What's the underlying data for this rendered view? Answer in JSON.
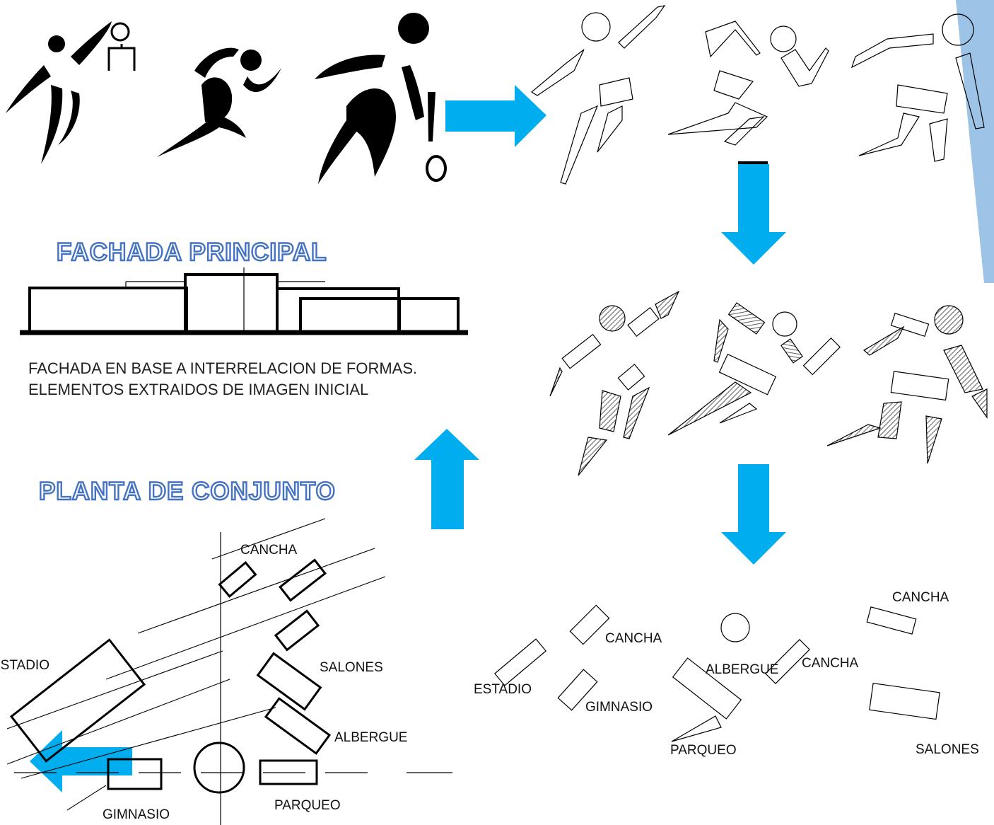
{
  "colors": {
    "arrow": "#00aeef",
    "heading_fill": "#ffffff",
    "heading_stroke": "#4472c4",
    "side_band": "#9dc3e6",
    "ink": "#000000"
  },
  "headings": {
    "fachada": "FACHADA PRINCIPAL",
    "planta": "PLANTA DE CONJUNTO"
  },
  "fachada_caption": {
    "line1": "FACHADA EN BASE A INTERRELACION DE FORMAS.",
    "line2": "ELEMENTOS EXTRAIDOS DE IMAGEN INICIAL"
  },
  "planta_labels": {
    "cancha": "CANCHA",
    "estadio": "ESTADIO",
    "salones": "SALONES",
    "albergue": "ALBERGUE",
    "gimnasio": "GIMNASIO",
    "parqueo": "PARQUEO"
  },
  "scattered_labels": {
    "cancha_1": "CANCHA",
    "cancha_2": "CANCHA",
    "cancha_3": "CANCHA",
    "estadio": "ESTADIO",
    "gimnasio": "GIMNASIO",
    "albergue": "ALBERGUE",
    "parqueo": "PARQUEO",
    "salones": "SALONES"
  },
  "icons": {
    "silhouettes": [
      "basketball-player-icon",
      "runner-icon",
      "soccer-player-icon"
    ],
    "outlines": [
      "basketball-outline-icon",
      "runner-outline-icon",
      "soccer-outline-icon"
    ],
    "hatched": [
      "basketball-hatched-icon",
      "runner-hatched-icon",
      "soccer-hatched-icon"
    ]
  }
}
